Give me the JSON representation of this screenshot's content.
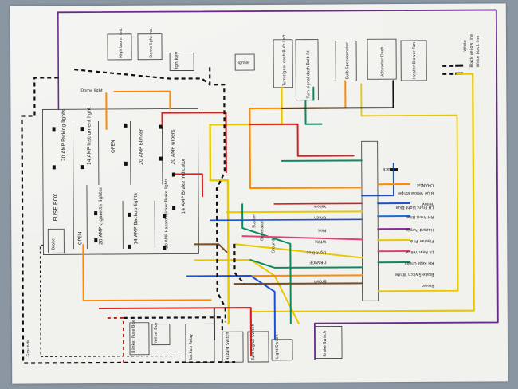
{
  "components": {
    "fuse_box_label": "FUSE BOX",
    "fuses": {
      "f20_parking": "20 AMP Parking lights",
      "f14_instrument": "14 AMP Instrument light",
      "open1": "OPEN",
      "f20_blinker": "20 AMP Blinker",
      "f20_wipers": "20 AMP wipers",
      "f14_brake": "14 AMP Brake Indicator",
      "f20_cig": "20 AMP cigarette lighter",
      "f14_backup": "14 AMP Backup lights",
      "f20_hazard": "20 AMP Hazard Blinker Brake lights",
      "open2": "OPEN",
      "brake_side": "Brake"
    },
    "top_left_boxes": {
      "box1": "High beam Ind.",
      "box2": "Dome light Ind."
    },
    "dome_lamp": "Dome light",
    "ign_key": "Ign key",
    "lighter": "lighter",
    "top_boxes": {
      "turn_left": "Turn signal dash Bulb Left",
      "turn_right": "Turn signal dash Bulb Rt",
      "speedometer": "Bulb Speedometer",
      "voltmeter": "Voltmeter Dash",
      "heater": "Heater Blower Fan"
    },
    "legend": {
      "white": "White",
      "black_yellow": "Black yellow line",
      "white_black": "White black line"
    },
    "connector_labels": [
      "Black",
      "ORANGE",
      "Blue Yellow stripe",
      "Yellow",
      "LH Front Light Blue",
      "RH Front Blue",
      "Hazard Purple",
      "Flasher Pink",
      "Lh Rear Yellow",
      "RH Rear Green",
      "Brake Switch White",
      "Brown"
    ],
    "left_wire_labels": [
      "Yellow",
      "Green",
      "Pink",
      "White",
      "Light Blue",
      "ORANGE",
      "Brown"
    ],
    "mid_labels": {
      "starter": "Starter",
      "generator": "Generator",
      "ground": "Ground"
    },
    "bottom_boxes": {
      "backup_relay": "Backup Relay",
      "blinker_box": "Blinker Fuse Box",
      "yellow_box": "Yellow Box",
      "hazard_switch": "Hazard Switch",
      "turn_switch": "Turn Signal Switch",
      "light_switch": "Light Switch",
      "brake_switch": "Brake Switch"
    },
    "stripped": "Grounds"
  }
}
